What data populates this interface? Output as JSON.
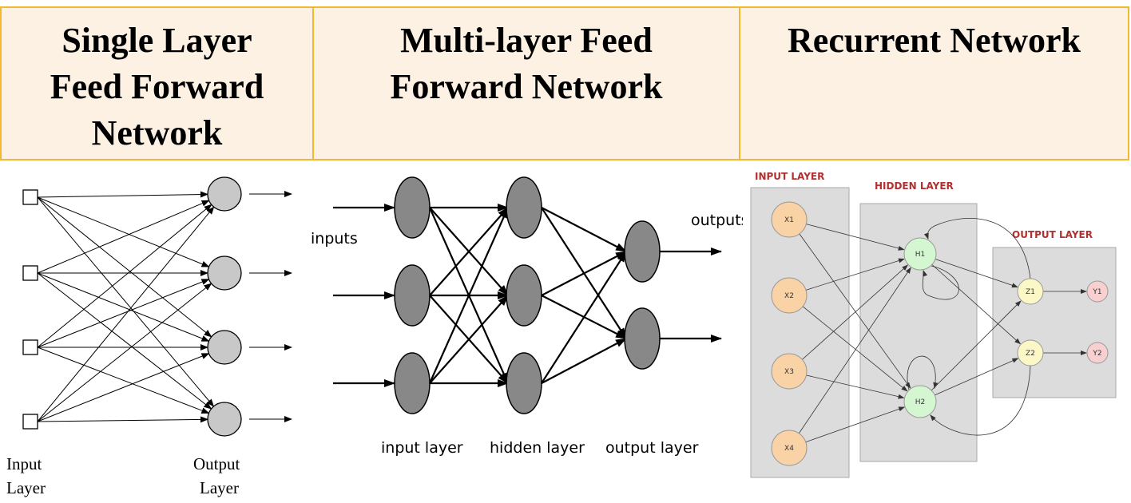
{
  "headers": {
    "single": "Single Layer\nFeed Forward\nNetwork",
    "multi": "Multi-layer Feed\nForward Network",
    "recurrent": "Recurrent Network"
  },
  "single_layer": {
    "input_label_line1": "Input",
    "input_label_line2": "Layer",
    "output_label_line1": "Output",
    "output_label_line2": "Layer",
    "input_nodes": 4,
    "output_nodes": 4
  },
  "multi_layer": {
    "inputs_label": "inputs",
    "outputs_label": "outputs",
    "input_layer_label": "input layer",
    "hidden_layer_label": "hidden layer",
    "output_layer_label": "output layer"
  },
  "recurrent": {
    "input_layer_title": "INPUT LAYER",
    "hidden_layer_title": "HIDDEN LAYER",
    "output_layer_title": "OUTPUT LAYER",
    "inputs": [
      "X1",
      "X2",
      "X3",
      "X4"
    ],
    "hidden": [
      "H1",
      "H2"
    ],
    "outputs_z": [
      "Z1",
      "Z2"
    ],
    "outputs_y": [
      "Y1",
      "Y2"
    ]
  },
  "colors": {
    "header_bg": "#fdf1e3",
    "header_border": "#f2b82e",
    "node_gray": "#c8c8c8",
    "node_dark": "#888888",
    "rnn_title": "#b03030",
    "rnn_input": "#f9d3a6",
    "rnn_hidden": "#d4f7d1",
    "rnn_z": "#fbf7c7",
    "rnn_y": "#f8d0d0"
  }
}
